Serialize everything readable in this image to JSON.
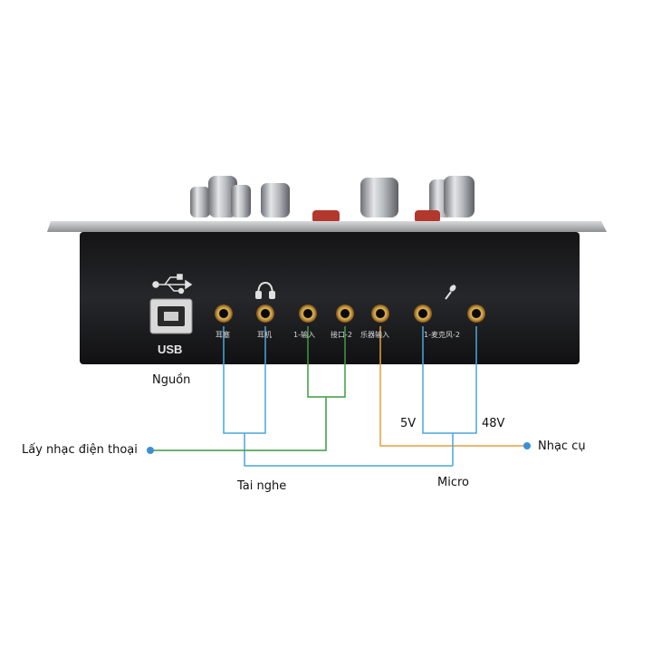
{
  "device": {
    "usb_label": "USB",
    "port_labels": {
      "earphone": "耳塞",
      "headphone": "耳机",
      "input1": "1-输入",
      "input2": "接口-2",
      "instrument": "乐器输入",
      "mic": "1-麦克风-2"
    }
  },
  "callouts": {
    "power": "Nguồn",
    "phone_music": "Lấy nhạc điện thoại",
    "headphones": "Tai nghe",
    "micro": "Micro",
    "instrument": "Nhạc cụ",
    "five_v": "5V",
    "forty_eight_v": "48V"
  },
  "colors": {
    "panel": "#1c1c1e",
    "plate": "#b9bcbf",
    "jack_gold": "#c89a42",
    "line_blue": "#4aa6dc",
    "line_green": "#3f9a45",
    "line_orange": "#e2a13a",
    "dot_blue": "#3b8fd6"
  },
  "icons": [
    "usb-icon",
    "headphone-icon",
    "microphone-icon"
  ]
}
